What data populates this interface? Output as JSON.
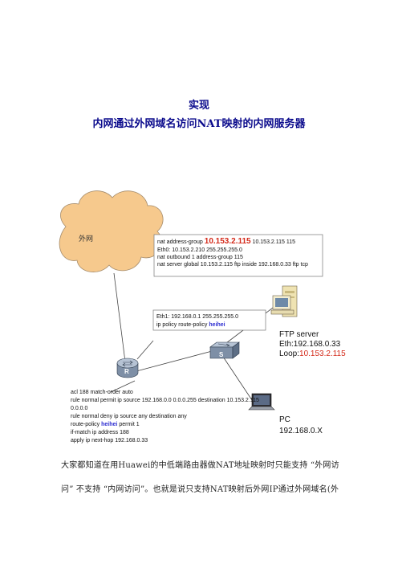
{
  "title": {
    "line1": "实现",
    "line2": "内网通过外网域名访问NAT映射的内网服务器"
  },
  "diagram": {
    "cloud_label": "外网",
    "nat_box": {
      "l1_prefix": "nat address-group ",
      "l1_ip": "10.153.2.115",
      "l1_suffix": " 10.153.2.115 115",
      "l2": "Eth0:  10.153.2.210 255.255.255.0",
      "l3": "nat outbound 1 address-group 115",
      "l4": " nat server global 10.153.2.115 ftp inside 192.168.0.33 ftp tcp"
    },
    "eth_box": {
      "l1": "Eth1: 192.168.0.1 255.255.255.0",
      "l2_prefix": "ip policy route-policy ",
      "l2_name": "heihei"
    },
    "router_label": "R",
    "switch_label": "S",
    "ftp": {
      "name": "FTP server",
      "eth": "Eth:192.168.0.33",
      "loop_prefix": "Loop:",
      "loop_ip": "10.153.2.115"
    },
    "pc": {
      "name": "PC",
      "ip": "192.168.0.X"
    },
    "acl": {
      "l1": "acl 188 match-order auto",
      "l2": "    rule normal permit ip source 192.168.0.0 0.0.0.255 destination 10.153.2.115",
      "l3": "0.0.0.0",
      "l4": "    rule normal deny ip source any destination any",
      "l5_prefix": "route-policy ",
      "l5_name": "heihei",
      "l5_suffix": " permit 1",
      "l6": "    if-match ip address 188",
      "l7": "    apply ip next-hop 192.168.0.33"
    }
  },
  "body": {
    "p1": "大家都知道在用Huawei的中低端路由器做NAT地址映射时只能支持  “外网访",
    "p2": "问”  不支持  “内网访问”。也就是说只支持NAT映射后外网IP通过外网域名(外"
  },
  "colors": {
    "title": "#0a0a8c",
    "highlight_red": "#d42a1a",
    "highlight_blue": "#2b2bd0",
    "cloud_fill": "#f6c98d"
  }
}
